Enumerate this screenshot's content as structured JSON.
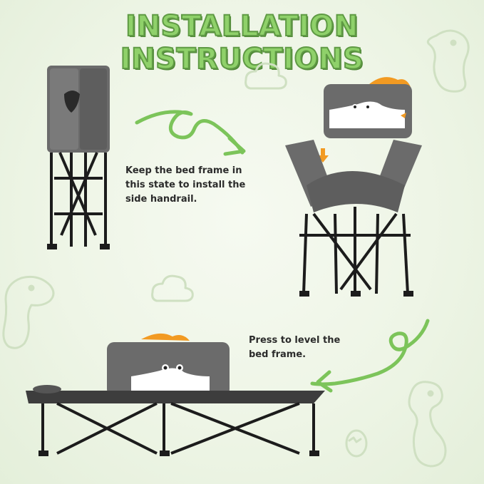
{
  "title": "INSTALLATION INSTRUCTIONS",
  "steps": [
    {
      "caption": "Keep the bed frame in\nthis state to install the\nside handrail."
    },
    {
      "caption": "Press to level the\nbed frame."
    }
  ],
  "colors": {
    "title_fill": "#8fd16a",
    "title_stroke": "#5f9a44",
    "arrow": "#7cc45a",
    "accent_orange": "#f29a22",
    "fabric_gray": "#6b6b6b",
    "frame_black": "#1c1c1c",
    "background": "#eef5e6"
  },
  "icons": [
    "dinosaur-icon",
    "cloud-icon",
    "dino-egg-icon",
    "curly-arrow-icon",
    "down-arrow-icon"
  ]
}
